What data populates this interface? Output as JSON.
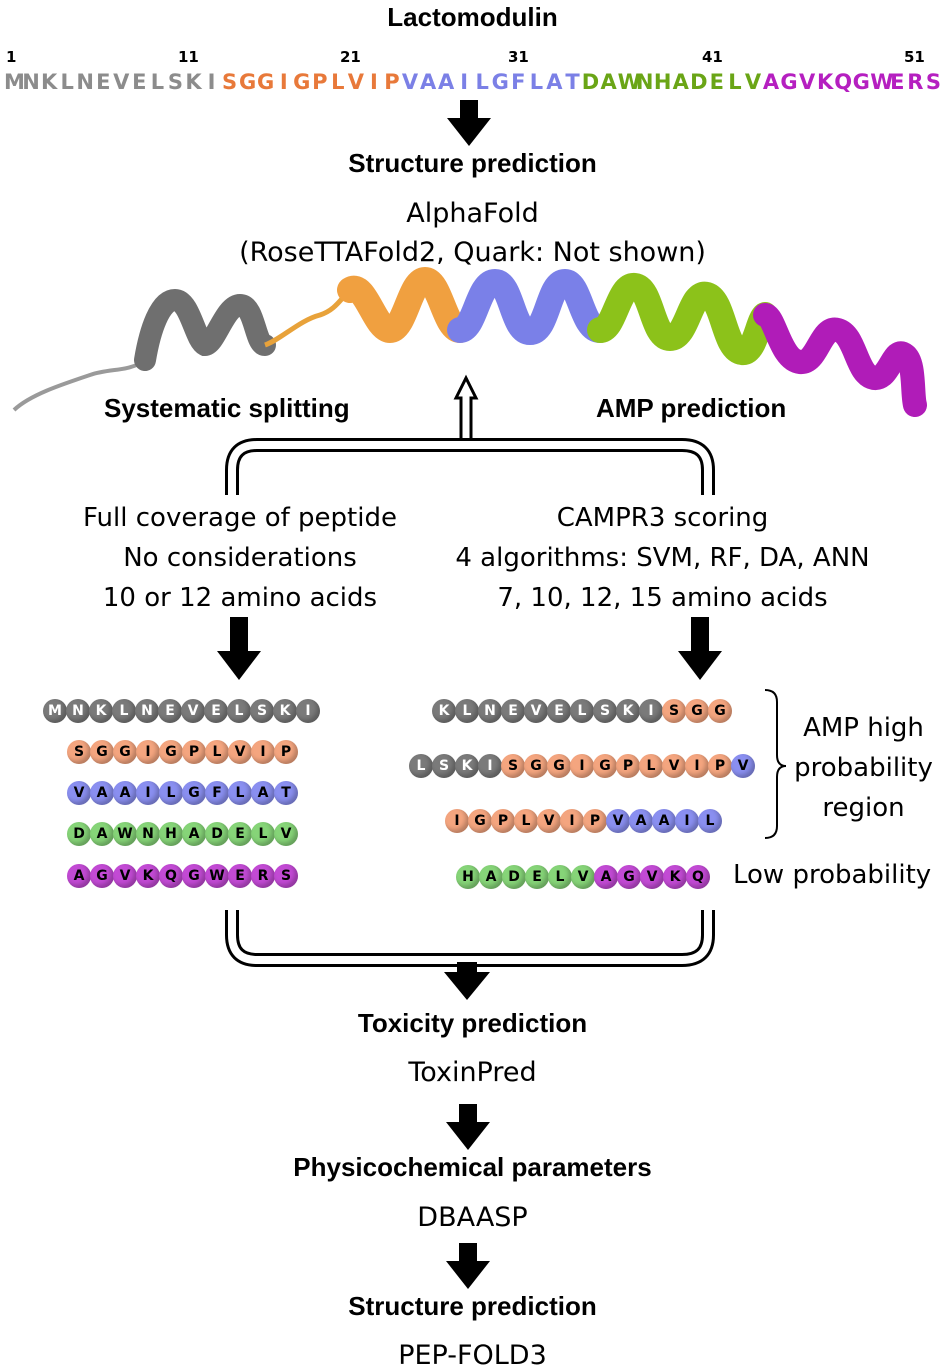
{
  "title": "Lactomodulin",
  "sequence_numbers": [
    "1",
    "11",
    "21",
    "31",
    "41",
    "51"
  ],
  "sequence": [
    {
      "text": "MNKLNEVELSKI",
      "color": "#8c8c8c"
    },
    {
      "text": "SGGIGPLVIP",
      "color": "#e8793a"
    },
    {
      "text": "VAAILGFLAT",
      "color": "#7b80e6"
    },
    {
      "text": "DAWNHADELV",
      "color": "#6aa516"
    },
    {
      "text": "AGVKQGWERS",
      "color": "#b51fc0"
    }
  ],
  "step1": {
    "title": "Structure prediction",
    "tool": "AlphaFold",
    "note": "(RoseTTAFold2, Quark: Not shown)"
  },
  "left_branch": {
    "title": "Systematic splitting",
    "lines": [
      "Full coverage of peptide",
      "No considerations",
      "10 or 12 amino acids"
    ]
  },
  "right_branch": {
    "title": "AMP prediction",
    "lines": [
      "CAMPR3 scoring",
      "4 algorithms: SVM, RF, DA, ANN",
      "7, 10, 12, 15 amino acids"
    ]
  },
  "left_peptides": [
    {
      "residues": "MNKLNEVELSKI",
      "colors": "GGGGGGGGGGGG"
    },
    {
      "residues": "SGGIGPLVIP",
      "colors": "OOOOOOOOOO"
    },
    {
      "residues": "VAAILGFLAT",
      "colors": "BBBBBBBBBB"
    },
    {
      "residues": "DAWNHADELV",
      "colors": "NNNNNNNNNN"
    },
    {
      "residues": "AGVKQGWERS",
      "colors": "PPPPPPPPPP"
    }
  ],
  "right_peptides": [
    {
      "residues": "KLNEVELSKISGG",
      "colors": "GGGGGGGGGGOOO"
    },
    {
      "residues": "LSKISGGIGPLVIPV",
      "colors": "GGGGOOOOOOOOOOB"
    },
    {
      "residues": "IGPLVIPVAAIL",
      "colors": "OOOOOOOBBBBB"
    },
    {
      "residues": "HADELVAGVKQ",
      "colors": "NNNNNNPPPPP"
    }
  ],
  "high_prob_label": [
    "AMP high",
    "probability",
    "region"
  ],
  "low_prob_label": "Low probability",
  "step2": {
    "title": "Toxicity prediction",
    "tool": "ToxinPred"
  },
  "step3": {
    "title": "Physicochemical parameters",
    "tool": "DBAASP"
  },
  "step4": {
    "title": "Structure prediction",
    "tool": "PEP-FOLD3"
  },
  "helix_colors": {
    "gray": "#7d7d7d",
    "orange": "#f0a040",
    "blue": "#7a80e8",
    "green": "#8cc21a",
    "purple": "#b01cb8"
  }
}
